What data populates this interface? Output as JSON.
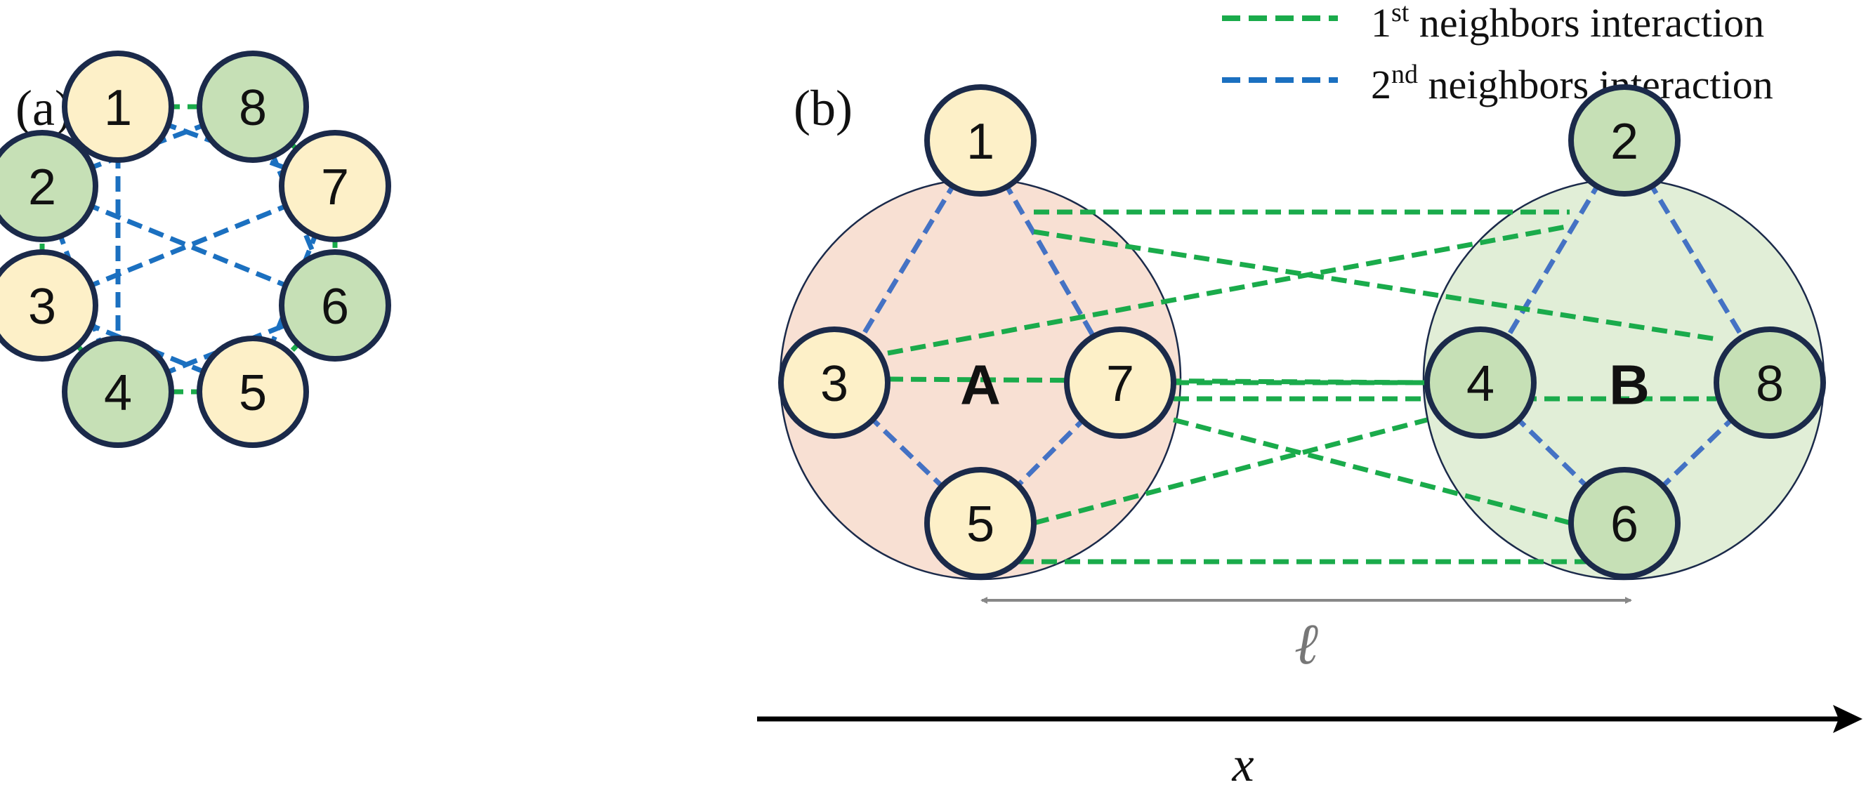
{
  "colors": {
    "first_neighbor_line": "#1aab4b",
    "second_neighbor_line_a": "#1b70c0",
    "second_neighbor_line_b": "#4472c4",
    "node_outline": "#1b2a4a",
    "node_yellow": "#fdf0c8",
    "node_green": "#c6e0b6",
    "cluster_a_fill": "#f8e0d3",
    "cluster_b_fill": "#e1eed7",
    "distance_arrow": "#888888",
    "axis_arrow": "#000000"
  },
  "legend": {
    "first": {
      "sup": "st",
      "lead": "1",
      "text": " neighbors interaction"
    },
    "second": {
      "sup": "nd",
      "lead": "2",
      "text": " neighbors interaction"
    }
  },
  "panel_a": {
    "label": "(a)",
    "nodes": [
      {
        "id": "1",
        "color": "yellow"
      },
      {
        "id": "8",
        "color": "green"
      },
      {
        "id": "2",
        "color": "green"
      },
      {
        "id": "7",
        "color": "yellow"
      },
      {
        "id": "3",
        "color": "yellow"
      },
      {
        "id": "6",
        "color": "green"
      },
      {
        "id": "4",
        "color": "green"
      },
      {
        "id": "5",
        "color": "yellow"
      }
    ],
    "first_neighbor_edges": [
      [
        "1",
        "8"
      ],
      [
        "8",
        "7"
      ],
      [
        "7",
        "6"
      ],
      [
        "6",
        "5"
      ],
      [
        "5",
        "4"
      ],
      [
        "4",
        "3"
      ],
      [
        "3",
        "2"
      ],
      [
        "2",
        "1"
      ]
    ],
    "second_neighbor_edges": [
      [
        "1",
        "7"
      ],
      [
        "1",
        "4"
      ],
      [
        "8",
        "2"
      ],
      [
        "8",
        "6"
      ],
      [
        "2",
        "4"
      ],
      [
        "3",
        "5"
      ],
      [
        "3",
        "7"
      ],
      [
        "4",
        "6"
      ],
      [
        "7",
        "5"
      ],
      [
        "6",
        "2"
      ]
    ]
  },
  "panel_b": {
    "label": "(b)",
    "cluster_a_label": "A",
    "cluster_b_label": "B",
    "nodes": [
      {
        "id": "1",
        "color": "yellow"
      },
      {
        "id": "3",
        "color": "yellow"
      },
      {
        "id": "7",
        "color": "yellow"
      },
      {
        "id": "5",
        "color": "yellow"
      },
      {
        "id": "2",
        "color": "green"
      },
      {
        "id": "4",
        "color": "green"
      },
      {
        "id": "8",
        "color": "green"
      },
      {
        "id": "6",
        "color": "green"
      }
    ],
    "intra_edges": [
      [
        "1",
        "3"
      ],
      [
        "1",
        "7"
      ],
      [
        "3",
        "5"
      ],
      [
        "7",
        "5"
      ],
      [
        "2",
        "4"
      ],
      [
        "2",
        "8"
      ],
      [
        "4",
        "6"
      ],
      [
        "8",
        "6"
      ]
    ],
    "inter_edges": [
      [
        "1",
        "2"
      ],
      [
        "1",
        "8"
      ],
      [
        "3",
        "2"
      ],
      [
        "3",
        "4"
      ],
      [
        "7",
        "4"
      ],
      [
        "7",
        "8"
      ],
      [
        "7",
        "6"
      ],
      [
        "5",
        "4"
      ],
      [
        "5",
        "6"
      ]
    ],
    "distance_label": "ℓ",
    "axis_label": "x"
  }
}
